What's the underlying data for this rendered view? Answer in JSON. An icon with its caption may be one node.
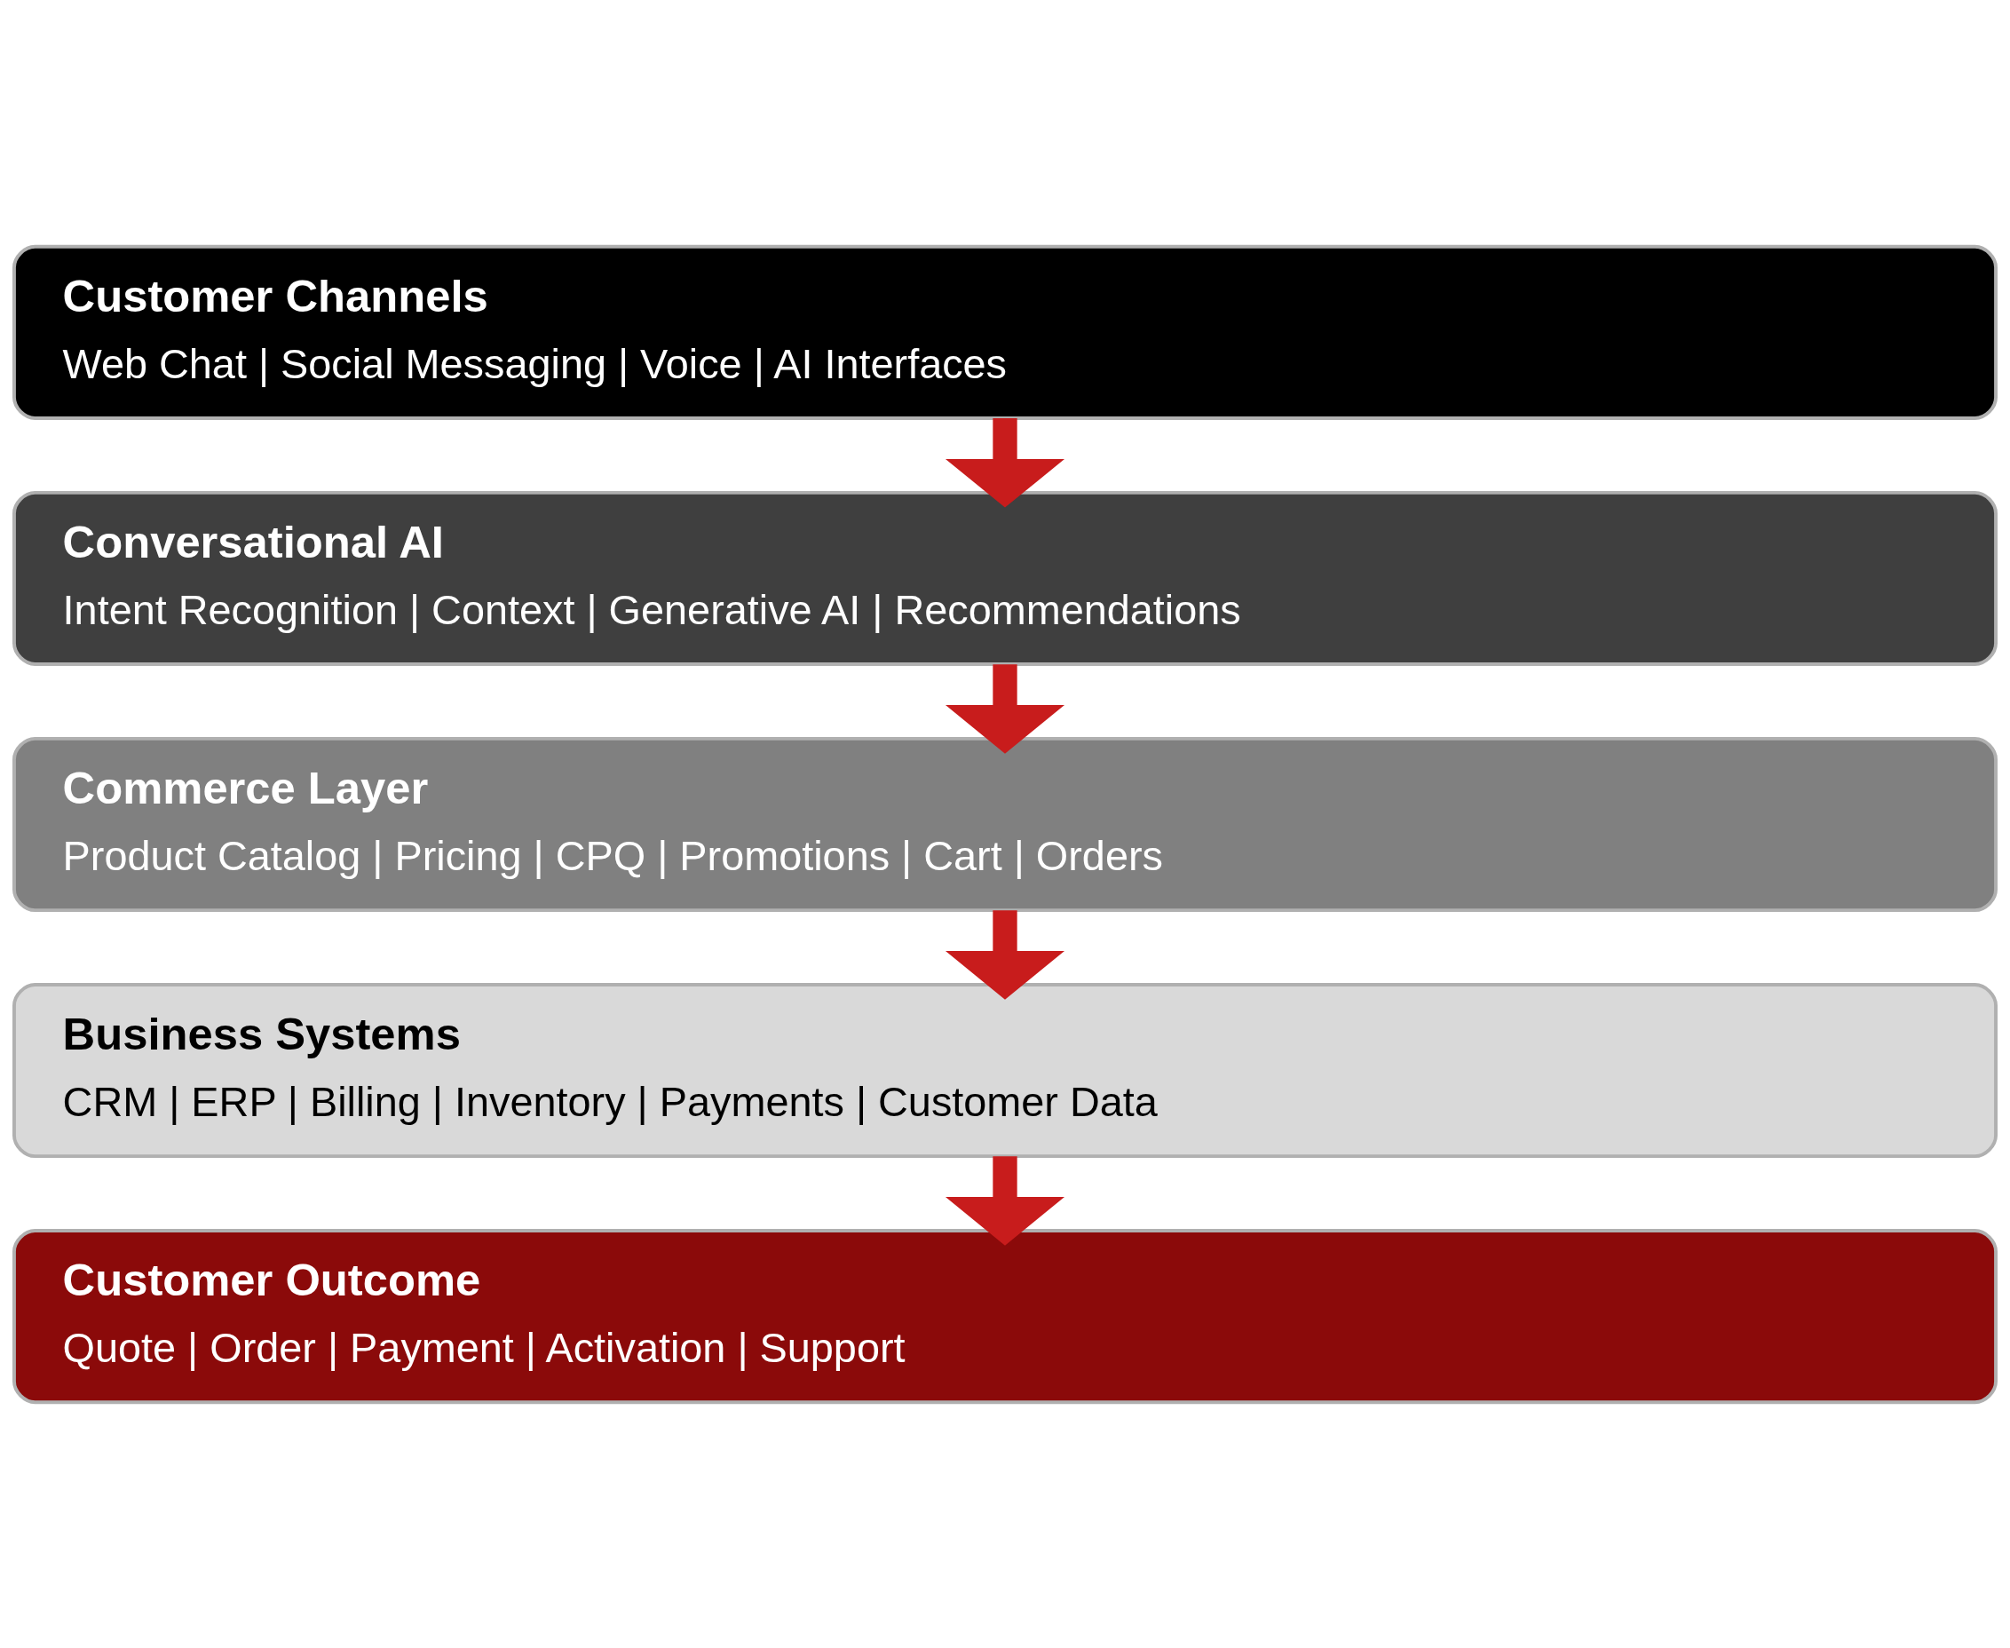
{
  "diagram": {
    "nodes": [
      {
        "text": [
          "Customer Channels",
          "Web Chat | Social Messaging | Voice | AI Interfaces"
        ]
      },
      {
        "text": [
          "Conversational AI",
          "Intent Recognition | Context | Generative AI | Recommendations"
        ]
      },
      {
        "text": [
          "Commerce Layer",
          "Product Catalog | Pricing | CPQ | Promotions | Cart | Orders"
        ]
      },
      {
        "text": [
          "Business Systems",
          "CRM | ERP | Billing | Inventory | Payments | Customer Data"
        ]
      },
      {
        "text": [
          "Customer Outcome",
          "Quote | Order | Payment | Activation | Support"
        ]
      }
    ],
    "edges": [
      {
        "from": 0,
        "to": 1,
        "arrow": "to"
      },
      {
        "from": 1,
        "to": 2,
        "arrow": "to"
      },
      {
        "from": 2,
        "to": 3,
        "arrow": "to"
      },
      {
        "from": 3,
        "to": 4,
        "arrow": "to"
      }
    ]
  }
}
